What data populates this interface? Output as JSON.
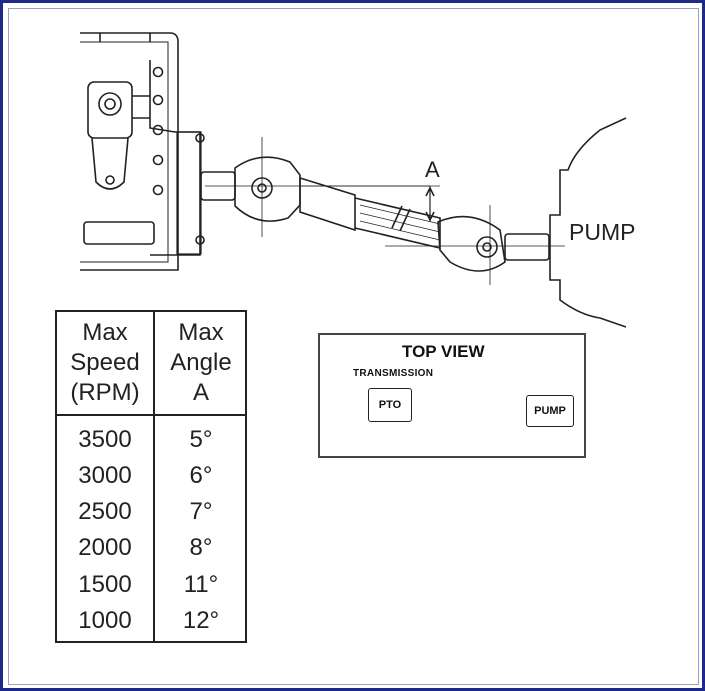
{
  "diagram": {
    "pump_label": "PUMP",
    "angle_label": "A"
  },
  "table": {
    "col1_header": [
      "Max",
      "Speed",
      "(RPM)"
    ],
    "col2_header": [
      "Max",
      "Angle",
      "A"
    ],
    "rows": [
      {
        "speed": "3500",
        "angle": "5°"
      },
      {
        "speed": "3000",
        "angle": "6°"
      },
      {
        "speed": "2500",
        "angle": "7°"
      },
      {
        "speed": "2000",
        "angle": "8°"
      },
      {
        "speed": "1500",
        "angle": "11°"
      },
      {
        "speed": "1000",
        "angle": "12°"
      }
    ]
  },
  "top_view": {
    "title": "TOP VIEW",
    "transmission_label": "TRANSMISSION",
    "pto_label": "PTO",
    "pump_label": "PUMP"
  }
}
